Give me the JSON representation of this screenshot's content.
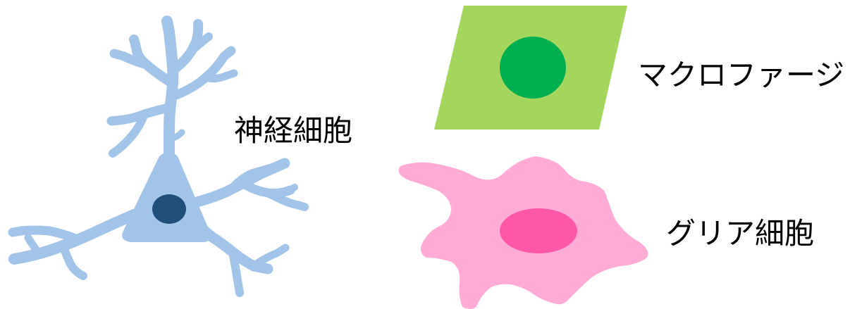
{
  "labels": {
    "neuron": "神経細胞",
    "macrophage": "マクロファージ",
    "glial": "グリア細胞"
  },
  "colors": {
    "neuron_body": "#a3c4e9",
    "neuron_nucleus": "#1f4e79",
    "macrophage_body": "#a4d65e",
    "macrophage_nucleus": "#00b050",
    "glial_body": "#ffabd6",
    "glial_nucleus": "#ff57a8",
    "text": "#000000",
    "background": "#ffffff"
  },
  "icons": {
    "neuron": "neuron-icon",
    "macrophage": "macrophage-icon",
    "glial": "glial-cell-icon"
  }
}
